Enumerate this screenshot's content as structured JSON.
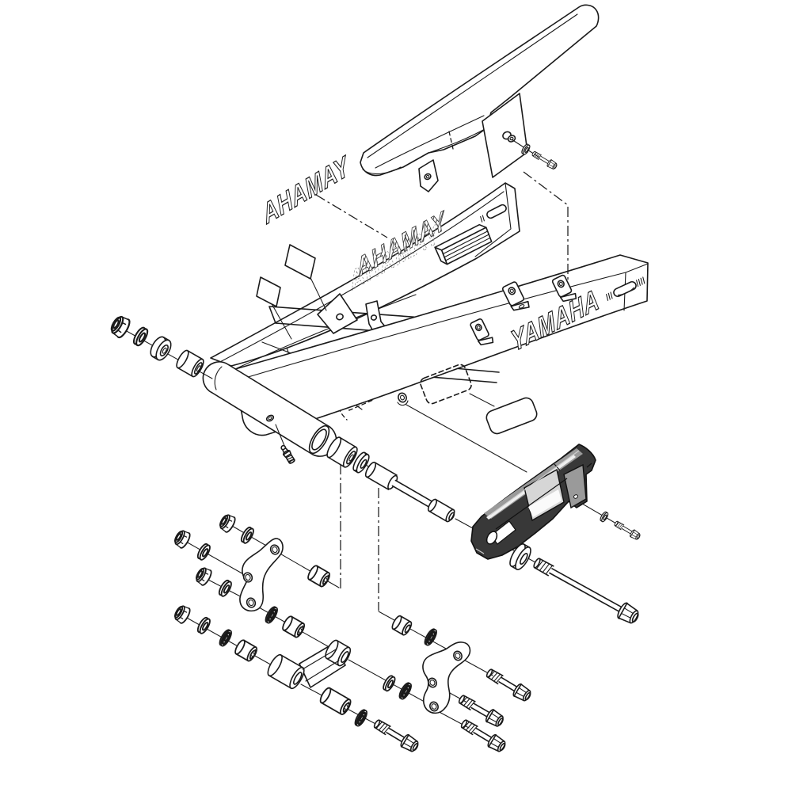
{
  "diagram": {
    "background": "#ffffff",
    "line_color": "#1a1a1a",
    "labels": {
      "mirrored_decal": "AHAMAY",
      "beam_decal": "AHAMAY",
      "brand": "YAMAHA"
    },
    "colors": {
      "part_fill": "#ffffff",
      "tensioner_dark": "#383838",
      "tensioner_mid": "#9a9a9a",
      "tensioner_light": "#d6d6d6",
      "tensioner_highlight": "#efefef"
    },
    "parts": [
      "chain-case",
      "chain-case-bracket",
      "swingarm",
      "pivot-tube",
      "grease-nipple",
      "chain-tensioner",
      "tensioner-axle-bolt",
      "pivot-shaft",
      "pivot-bushing",
      "relay-arm",
      "connecting-plate-left",
      "connecting-plate-right",
      "flange-nuts",
      "washers",
      "oil-seals",
      "collars",
      "flange-bolts",
      "labels-and-decals"
    ]
  }
}
